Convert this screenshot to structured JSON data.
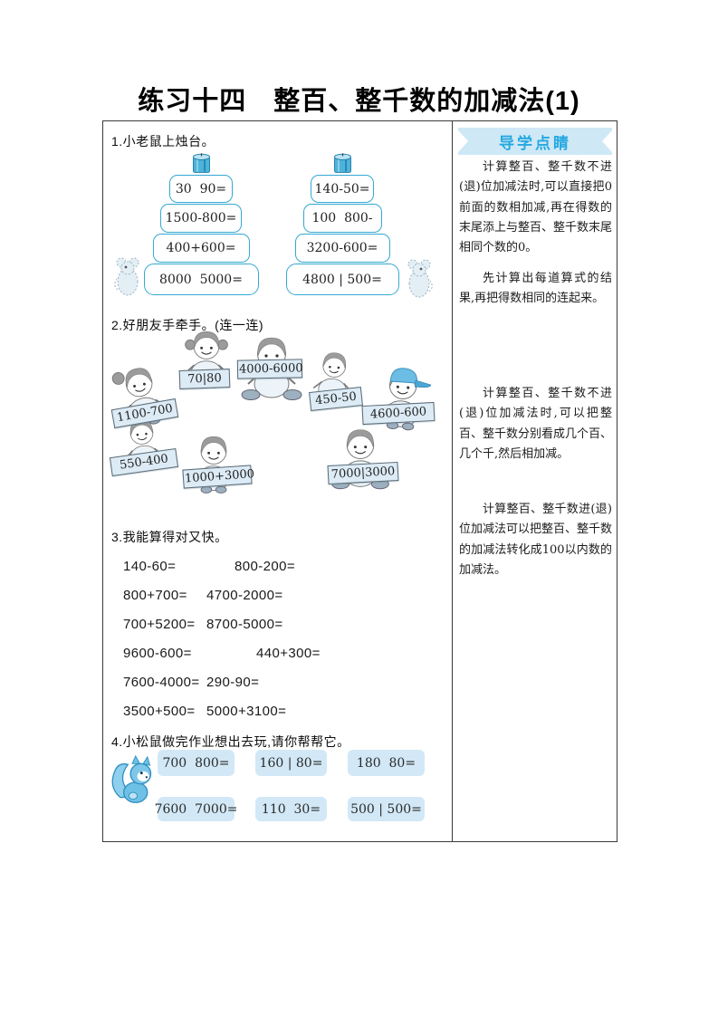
{
  "title": "练习十四　整百、整千数的加减法(1)",
  "sections": {
    "s1": {
      "label": "1.小老鼠上烛台。",
      "left_tower": [
        "30  90=",
        "1500-800=",
        "400+600=",
        "8000  5000="
      ],
      "right_tower": [
        "140-50=",
        "100  800-",
        "3200-600=",
        "4800 | 500="
      ]
    },
    "s2": {
      "label": "2.好朋友手牵手。(连一连)",
      "signs": [
        "1100-700",
        "70|80",
        "4000-6000",
        "450-50",
        "4600-600",
        "550-400",
        "1000+3000",
        "7000|3000"
      ]
    },
    "s3": {
      "label": "3.我能算得对又快。",
      "problems": [
        [
          "140-60=",
          "800-200="
        ],
        [
          "800+700=",
          "4700-2000="
        ],
        [
          "700+5200=",
          "8700-5000="
        ],
        [
          "9600-600=",
          "440+300="
        ],
        [
          "7600-4000=",
          "290-90="
        ],
        [
          "3500+500=",
          "5000+3100="
        ]
      ]
    },
    "s4": {
      "label": "4.小松鼠做完作业想出去玩,请你帮帮它。",
      "cards": [
        [
          "700  800=",
          "160 | 80=",
          "180  80="
        ],
        [
          "7600  7000=",
          "110  30=",
          "500 | 500="
        ]
      ]
    }
  },
  "sidebar": {
    "header": "导学点睛",
    "paragraphs": [
      "计算整百、整千数不进(退)位加减法时,可以直接把0前面的数相加减,再在得数的末尾添上与整百、整千数末尾相同个数的0。",
      "先计算出每道算式的结果,再把得数相同的连起来。",
      "计算整百、整千数不进(退)位加减法时,可以把整百、整千数分别看成几个百、几个千,然后相加减。",
      "计算整百、整千数进(退)位加减法可以把整百、整千数的加减法转化成100以内数的加减法。"
    ]
  },
  "icons": {
    "candle": "candle-icon",
    "mouse": "mouse-icon",
    "squirrel": "squirrel-icon",
    "kid": "kid-figure"
  },
  "colors": {
    "tower_border": "#35a8d2",
    "banner_bg": "#cfe8f6",
    "banner_text": "#25a9e0",
    "card_bg": "#d2e8f6",
    "sign_bg": "#dcebf5",
    "box_border": "#3a3a3a"
  }
}
